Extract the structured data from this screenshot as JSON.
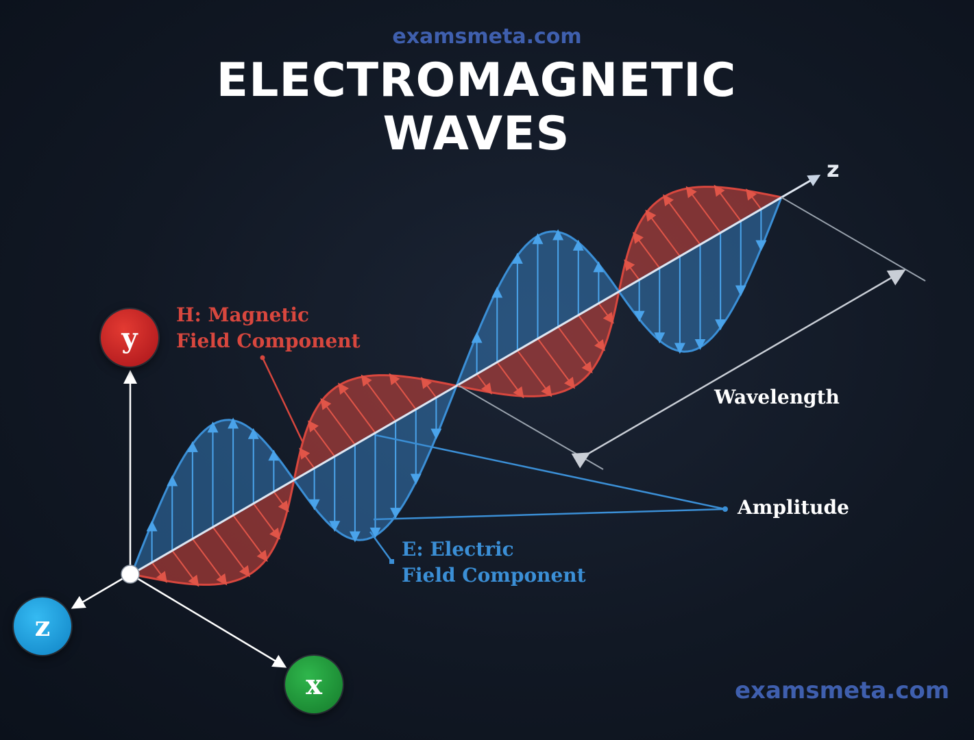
{
  "watermark_top": "examsmeta.com",
  "title_line1": "ELECTROMAGNETIC",
  "title_line2": "WAVES",
  "watermark_bottom": "examsmeta.com",
  "axis_labels": {
    "y": "y",
    "z_small": "z",
    "x": "x",
    "z_prop": "z"
  },
  "labels": {
    "magnetic_line1": "H: Magnetic",
    "magnetic_line2": "Field Component",
    "electric_line1": "E: Electric",
    "electric_line2": "Field Component",
    "wavelength": "Wavelength",
    "amplitude": "Amplitude"
  },
  "colors": {
    "electric": "#3b8fd6",
    "magnetic": "#d8473e",
    "brand": "#3f5fae",
    "y_node": "#c41f1f",
    "z_node": "#1aa0e0",
    "x_node": "#1e9a3a"
  },
  "wave": {
    "cycles": 2
  }
}
